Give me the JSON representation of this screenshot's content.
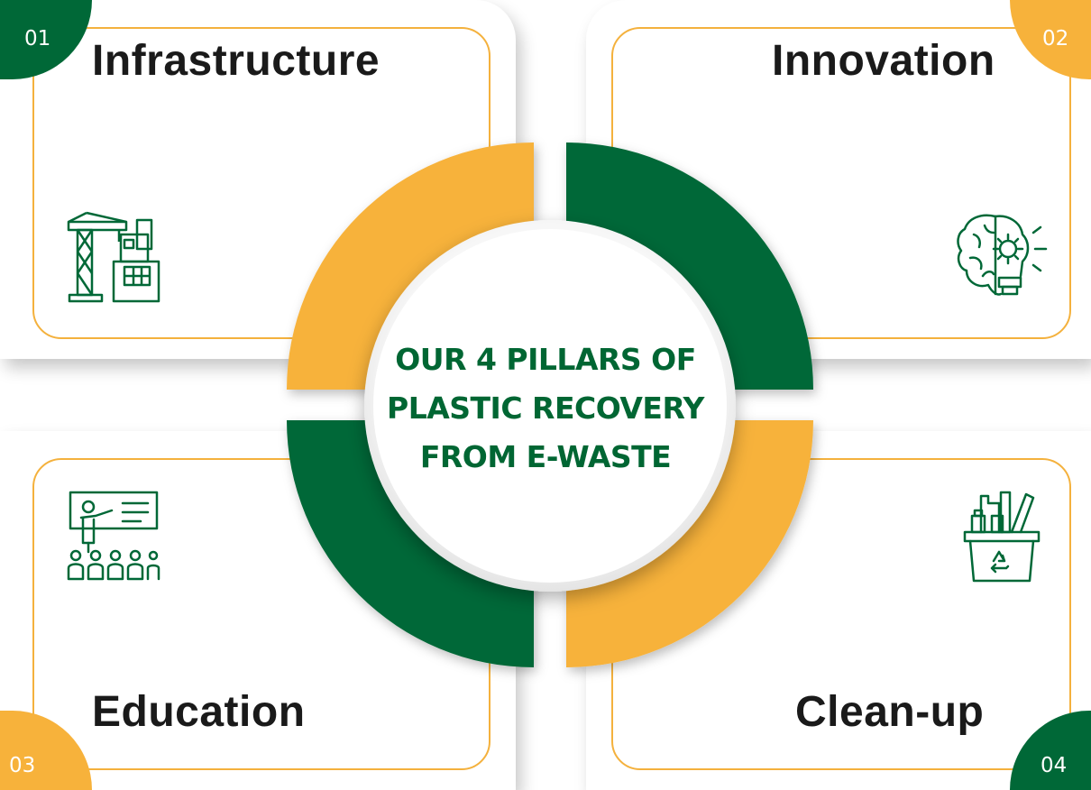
{
  "center": {
    "line1": "OUR 4 PILLARS OF",
    "line2": "PLASTIC RECOVERY",
    "line3": "FROM E-WASTE"
  },
  "pillars": [
    {
      "number": "01",
      "title": "Infrastructure",
      "icon": "construction-crane-building-icon",
      "badge_color": "#006837"
    },
    {
      "number": "02",
      "title": "Innovation",
      "icon": "brain-gear-lightbulb-icon",
      "badge_color": "#f7b23b"
    },
    {
      "number": "03",
      "title": "Education",
      "icon": "teacher-classroom-icon",
      "badge_color": "#f7b23b"
    },
    {
      "number": "04",
      "title": "Clean-up",
      "icon": "recycling-bin-icon",
      "badge_color": "#006837"
    }
  ],
  "colors": {
    "green": "#006837",
    "orange": "#f7b23b",
    "border": "#f4b13d",
    "title": "#1a1a1a"
  }
}
